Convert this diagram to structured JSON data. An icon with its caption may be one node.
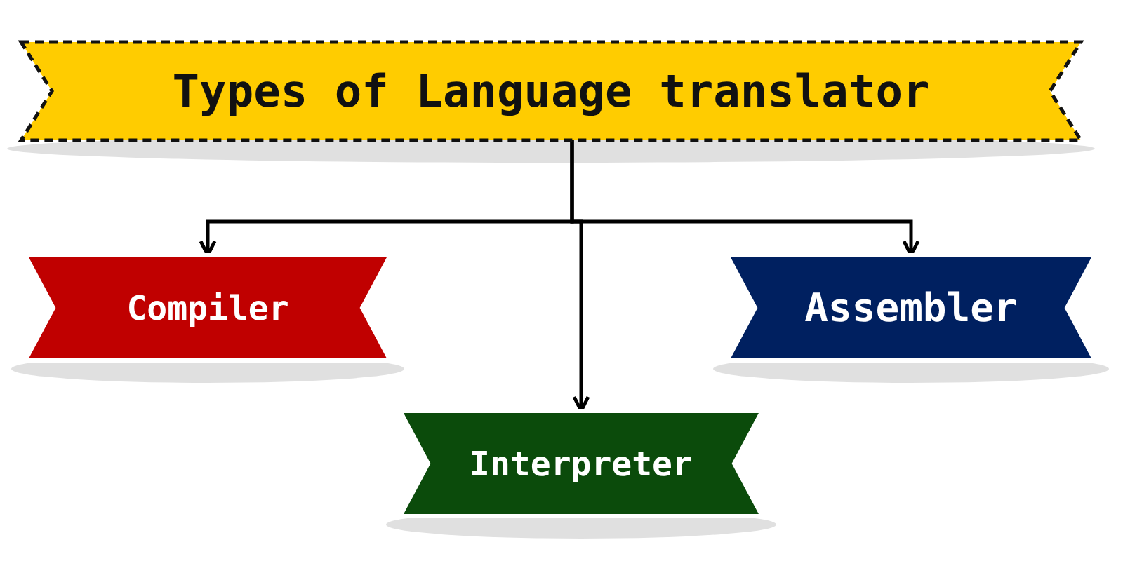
{
  "diagram": {
    "nodes": [
      {
        "text": [
          "Types of Language translator"
        ]
      },
      {
        "text": [
          "Compiler"
        ]
      },
      {
        "text": [
          "Assembler"
        ]
      },
      {
        "text": [
          "Interpreter"
        ]
      }
    ],
    "edges": [
      {
        "from": 0,
        "to": 1,
        "arrow": "to"
      },
      {
        "from": 0,
        "to": 3,
        "arrow": "to"
      },
      {
        "from": 0,
        "to": 2,
        "arrow": "to"
      }
    ]
  }
}
